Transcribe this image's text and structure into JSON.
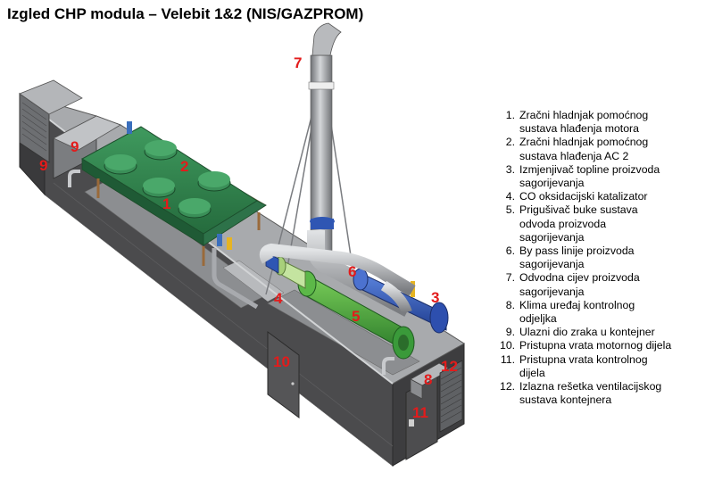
{
  "title": "Izgled CHP modula – Velebit 1&2 (NIS/GAZPROM)",
  "colors": {
    "container": "#4a4a4c",
    "roof": "#9b9da0",
    "cooler": "#2f7d4b",
    "muffler": "#3e9a3e",
    "exchanger": "#2f56b3",
    "stack": "#9a9ca0",
    "callout": "#e31b1b"
  },
  "callouts": [
    "1",
    "2",
    "3",
    "4",
    "5",
    "6",
    "7",
    "8",
    "9",
    "9",
    "10",
    "11",
    "12"
  ],
  "legend": [
    {
      "num": "1.",
      "text": "Zračni hladnjak pomoćnog\nsustava hlađenja motora"
    },
    {
      "num": "2.",
      "text": "Zračni hladnjak pomoćnog\nsustava hlađenja AC 2"
    },
    {
      "num": "3.",
      "text": "Izmjenjivač topline proizvoda\nsagorijevanja"
    },
    {
      "num": "4.",
      "text": "CO oksidacijski katalizator"
    },
    {
      "num": "5.",
      "text": "Prigušivač buke sustava\nodvoda proizvoda\nsagorijevanja"
    },
    {
      "num": "6.",
      "text": "By pass linije proizvoda\nsagorijevanja"
    },
    {
      "num": "7.",
      "text": "Odvodna cijev proizvoda\nsagorijevanja"
    },
    {
      "num": "8.",
      "text": "Klima uređaj kontrolnog\nodjeljka"
    },
    {
      "num": "9.",
      "text": "Ulazni dio zraka u kontejner"
    },
    {
      "num": "10.",
      "text": "Pristupna vrata motornog dijela"
    },
    {
      "num": "11.",
      "text": "Pristupna vrata kontrolnog\ndijela"
    },
    {
      "num": "12.",
      "text": "Izlazna rešetka ventilacijskog\nsustava kontejnera"
    }
  ]
}
